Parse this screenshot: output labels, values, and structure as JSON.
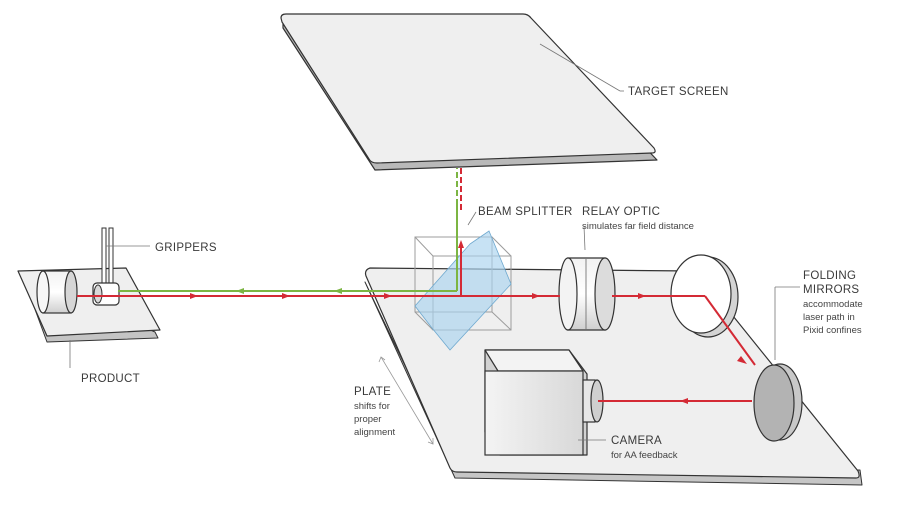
{
  "labels": {
    "target_screen": "TARGET SCREEN",
    "grippers": "GRIPPERS",
    "product": "PRODUCT",
    "beam_splitter": "BEAM SPLITTER",
    "relay_optic": {
      "title": "RELAY OPTIC",
      "sub": "simulates far field distance"
    },
    "folding_mirrors": {
      "title1": "FOLDING",
      "title2": "MIRRORS",
      "sub1": "accommodate",
      "sub2": "laser path in",
      "sub3": "Pixid confines"
    },
    "plate": {
      "title": "PLATE",
      "sub1": "shifts for",
      "sub2": "proper",
      "sub3": "alignment"
    },
    "camera": {
      "title": "CAMERA",
      "sub": "for AA feedback"
    }
  },
  "colors": {
    "laser_red": "#d42a35",
    "return_green": "#7cb543",
    "plate_fill": "#efefef",
    "outline": "#333333",
    "splitter_blue": "#a9d3ee",
    "grey_dark": "#b8b8b8"
  }
}
